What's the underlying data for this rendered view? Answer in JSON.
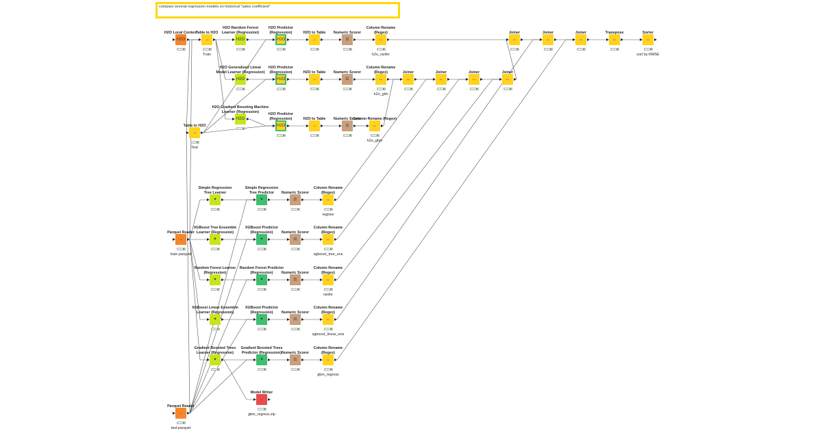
{
  "annotation": "compare several regression models on historical \"sales coefficient\"",
  "node_types": {
    "h2o_context": {
      "color": "#f7862b",
      "glyph": "H2O"
    },
    "h2o_convert": {
      "color": "#ffd21f",
      "glyph": "→"
    },
    "h2o_learner": {
      "color": "#c9e41b",
      "glyph": "H2O"
    },
    "h2o_predictor": {
      "color": "#ffd21f",
      "glyph": "H2O"
    },
    "scorer": {
      "color": "#c9a07d",
      "glyph": "⚖"
    },
    "manipulator": {
      "color": "#ffd21f",
      "glyph": "↔"
    },
    "learner": {
      "color": "#c9e41b",
      "glyph": "✦"
    },
    "predictor": {
      "color": "#3fbf6f",
      "glyph": "✦"
    },
    "reader": {
      "color": "#f7862b",
      "glyph": "→"
    },
    "writer": {
      "color": "#e84c4c",
      "glyph": "←"
    }
  },
  "nodes": [
    {
      "id": "h2o-local-context",
      "type": "h2o_context",
      "title": [
        "H2O Local Context"
      ],
      "caption": ""
    },
    {
      "id": "table-to-h2o-train",
      "type": "h2o_convert",
      "title": [
        "Table to H2O"
      ],
      "caption": "Train"
    },
    {
      "id": "h2o-rf-learner",
      "type": "h2o_learner",
      "title": [
        "H2O Random Forest",
        "Learner (Regression)"
      ],
      "caption": ""
    },
    {
      "id": "h2o-predictor-1",
      "type": "h2o_predictor",
      "title": [
        "H2O Predictor",
        "(Regression)"
      ],
      "caption": ""
    },
    {
      "id": "h2o-to-table-1",
      "type": "h2o_convert",
      "title": [
        "H2O to Table"
      ],
      "caption": ""
    },
    {
      "id": "numeric-scorer-1",
      "type": "scorer",
      "title": [
        "Numeric Scorer"
      ],
      "caption": ""
    },
    {
      "id": "column-rename-1",
      "type": "manipulator",
      "title": [
        "Column Rename",
        "(Regex)"
      ],
      "caption": "h2o_ranfor"
    },
    {
      "id": "h2o-glm-learner",
      "type": "h2o_learner",
      "title": [
        "H2O Generalized Linear",
        "Model Learner (Regression)"
      ],
      "caption": ""
    },
    {
      "id": "h2o-predictor-2",
      "type": "h2o_predictor",
      "title": [
        "H2O Predictor",
        "(Regression)"
      ],
      "caption": ""
    },
    {
      "id": "h2o-to-table-2",
      "type": "h2o_convert",
      "title": [
        "H2O to Table"
      ],
      "caption": ""
    },
    {
      "id": "numeric-scorer-2",
      "type": "scorer",
      "title": [
        "Numeric Scorer"
      ],
      "caption": ""
    },
    {
      "id": "column-rename-2",
      "type": "manipulator",
      "title": [
        "Column Rename",
        "(Regex)"
      ],
      "caption": "h2o_glm"
    },
    {
      "id": "h2o-gbm-learner",
      "type": "h2o_learner",
      "title": [
        "H2O Gradient Boosting Machine",
        "Learner (Regression)"
      ],
      "caption": ""
    },
    {
      "id": "h2o-predictor-3",
      "type": "h2o_predictor",
      "title": [
        "H2O Predictor",
        "(Regression)"
      ],
      "caption": ""
    },
    {
      "id": "h2o-to-table-3",
      "type": "h2o_convert",
      "title": [
        "H2O to Table"
      ],
      "caption": ""
    },
    {
      "id": "numeric-scorer-3",
      "type": "scorer",
      "title": [
        "Numeric Scorer"
      ],
      "caption": ""
    },
    {
      "id": "column-rename-3",
      "type": "manipulator",
      "title": [
        "Column Rename (Regex)"
      ],
      "caption": "h2o_gbm"
    },
    {
      "id": "table-to-h2o-test",
      "type": "h2o_convert",
      "title": [
        "Table to H2O"
      ],
      "caption": "Test"
    },
    {
      "id": "joiner-1",
      "type": "manipulator",
      "title": [
        "Joiner"
      ],
      "caption": ""
    },
    {
      "id": "joiner-2",
      "type": "manipulator",
      "title": [
        "Joiner"
      ],
      "caption": ""
    },
    {
      "id": "joiner-3",
      "type": "manipulator",
      "title": [
        "Joiner"
      ],
      "caption": ""
    },
    {
      "id": "joiner-4",
      "type": "manipulator",
      "title": [
        "Joiner"
      ],
      "caption": ""
    },
    {
      "id": "joiner-5",
      "type": "manipulator",
      "title": [
        "Joiner"
      ],
      "caption": ""
    },
    {
      "id": "joiner-6",
      "type": "manipulator",
      "title": [
        "Joiner"
      ],
      "caption": ""
    },
    {
      "id": "joiner-7",
      "type": "manipulator",
      "title": [
        "Joiner"
      ],
      "caption": ""
    },
    {
      "id": "transpose",
      "type": "manipulator",
      "title": [
        "Transpose"
      ],
      "caption": ""
    },
    {
      "id": "sorter",
      "type": "manipulator",
      "title": [
        "Sorter"
      ],
      "caption": "sort by RMSE"
    },
    {
      "id": "simple-rt-learner",
      "type": "learner",
      "title": [
        "Simple Regression",
        "Tree Learner"
      ],
      "caption": ""
    },
    {
      "id": "simple-rt-predictor",
      "type": "predictor",
      "title": [
        "Simple Regression",
        "Tree Predictor"
      ],
      "caption": ""
    },
    {
      "id": "numeric-scorer-4",
      "type": "scorer",
      "title": [
        "Numeric Scorer"
      ],
      "caption": ""
    },
    {
      "id": "column-rename-4",
      "type": "manipulator",
      "title": [
        "Column Rename",
        "(Regex)"
      ],
      "caption": "regtree"
    },
    {
      "id": "parquet-reader-train",
      "type": "reader",
      "title": [
        "Parquet Reader"
      ],
      "caption": "train.parquet"
    },
    {
      "id": "xgb-tree-learner",
      "type": "learner",
      "title": [
        "XGBoost Tree Ensemble",
        "Learner (Regression)"
      ],
      "caption": ""
    },
    {
      "id": "xgb-predictor-1",
      "type": "predictor",
      "title": [
        "XGBoost Predictor",
        "(Regression)"
      ],
      "caption": ""
    },
    {
      "id": "numeric-scorer-5",
      "type": "scorer",
      "title": [
        "Numeric Scorer"
      ],
      "caption": ""
    },
    {
      "id": "column-rename-5",
      "type": "manipulator",
      "title": [
        "Column Rename",
        "(Regex)"
      ],
      "caption": "xgboost_tree_ens"
    },
    {
      "id": "rf-learner",
      "type": "learner",
      "title": [
        "Random Forest Learner",
        "(Regression)"
      ],
      "caption": ""
    },
    {
      "id": "rf-predictor",
      "type": "predictor",
      "title": [
        "Random Forest Predictor",
        "(Regression)"
      ],
      "caption": ""
    },
    {
      "id": "numeric-scorer-6",
      "type": "scorer",
      "title": [
        "Numeric Scorer"
      ],
      "caption": ""
    },
    {
      "id": "column-rename-6",
      "type": "manipulator",
      "title": [
        "Column Rename",
        "(Regex)"
      ],
      "caption": "ranfor"
    },
    {
      "id": "xgb-linear-learner",
      "type": "learner",
      "title": [
        "XGBoost Linear Ensemble",
        "Learner (Regression)"
      ],
      "caption": ""
    },
    {
      "id": "xgb-predictor-2",
      "type": "predictor",
      "title": [
        "XGBoost Predictor",
        "(Regression)"
      ],
      "caption": ""
    },
    {
      "id": "numeric-scorer-7",
      "type": "scorer",
      "title": [
        "Numeric Scorer"
      ],
      "caption": ""
    },
    {
      "id": "column-rename-7",
      "type": "manipulator",
      "title": [
        "Column Rename",
        "(Regex)"
      ],
      "caption": "xgboost_linear_ens"
    },
    {
      "id": "gbt-learner",
      "type": "learner",
      "title": [
        "Gradient Boosted Trees",
        "Learner (Regression)"
      ],
      "caption": ""
    },
    {
      "id": "gbt-predictor",
      "type": "predictor",
      "title": [
        "Gradient Boosted Trees",
        "Predictor (Regression)"
      ],
      "caption": ""
    },
    {
      "id": "numeric-scorer-8",
      "type": "scorer",
      "title": [
        "Numeric Scorer"
      ],
      "caption": ""
    },
    {
      "id": "column-rename-8",
      "type": "manipulator",
      "title": [
        "Column Rename",
        "(Regex)"
      ],
      "caption": "gbm_regress"
    },
    {
      "id": "model-writer",
      "type": "writer",
      "title": [
        "Model Writer"
      ],
      "caption": "gbm_regress.zip"
    },
    {
      "id": "parquet-reader-test",
      "type": "reader",
      "title": [
        "Parquet Reader"
      ],
      "caption": "test.parquet"
    }
  ],
  "edges": [
    [
      "h2o-local-context",
      "table-to-h2o-train"
    ],
    [
      "h2o-local-context",
      "table-to-h2o-test"
    ],
    [
      "parquet-reader-train",
      "table-to-h2o-train"
    ],
    [
      "parquet-reader-test",
      "table-to-h2o-test"
    ],
    [
      "table-to-h2o-train",
      "h2o-rf-learner"
    ],
    [
      "table-to-h2o-train",
      "h2o-glm-learner"
    ],
    [
      "table-to-h2o-train",
      "h2o-gbm-learner"
    ],
    [
      "h2o-rf-learner",
      "h2o-predictor-1"
    ],
    [
      "table-to-h2o-test",
      "h2o-predictor-1"
    ],
    [
      "h2o-glm-learner",
      "h2o-predictor-2"
    ],
    [
      "table-to-h2o-test",
      "h2o-predictor-2"
    ],
    [
      "h2o-gbm-learner",
      "h2o-predictor-3"
    ],
    [
      "table-to-h2o-test",
      "h2o-predictor-3"
    ],
    [
      "h2o-predictor-1",
      "h2o-to-table-1"
    ],
    [
      "h2o-to-table-1",
      "numeric-scorer-1"
    ],
    [
      "numeric-scorer-1",
      "column-rename-1"
    ],
    [
      "h2o-predictor-2",
      "h2o-to-table-2"
    ],
    [
      "h2o-to-table-2",
      "numeric-scorer-2"
    ],
    [
      "numeric-scorer-2",
      "column-rename-2"
    ],
    [
      "h2o-predictor-3",
      "h2o-to-table-3"
    ],
    [
      "h2o-to-table-3",
      "numeric-scorer-3"
    ],
    [
      "numeric-scorer-3",
      "column-rename-3"
    ],
    [
      "column-rename-2",
      "joiner-1"
    ],
    [
      "column-rename-3",
      "joiner-1"
    ],
    [
      "joiner-1",
      "joiner-2"
    ],
    [
      "column-rename-4",
      "joiner-2"
    ],
    [
      "joiner-2",
      "joiner-3"
    ],
    [
      "column-rename-5",
      "joiner-3"
    ],
    [
      "joiner-3",
      "joiner-4"
    ],
    [
      "column-rename-6",
      "joiner-4"
    ],
    [
      "column-rename-1",
      "joiner-5"
    ],
    [
      "joiner-4",
      "joiner-5"
    ],
    [
      "joiner-5",
      "joiner-6"
    ],
    [
      "column-rename-7",
      "joiner-6"
    ],
    [
      "joiner-6",
      "joiner-7"
    ],
    [
      "column-rename-8",
      "joiner-7"
    ],
    [
      "joiner-7",
      "transpose"
    ],
    [
      "transpose",
      "sorter"
    ],
    [
      "parquet-reader-train",
      "simple-rt-learner"
    ],
    [
      "parquet-reader-train",
      "xgb-tree-learner"
    ],
    [
      "parquet-reader-train",
      "rf-learner"
    ],
    [
      "parquet-reader-train",
      "xgb-linear-learner"
    ],
    [
      "parquet-reader-train",
      "gbt-learner"
    ],
    [
      "simple-rt-learner",
      "simple-rt-predictor"
    ],
    [
      "parquet-reader-test",
      "simple-rt-predictor"
    ],
    [
      "xgb-tree-learner",
      "xgb-predictor-1"
    ],
    [
      "parquet-reader-test",
      "xgb-predictor-1"
    ],
    [
      "rf-learner",
      "rf-predictor"
    ],
    [
      "parquet-reader-test",
      "rf-predictor"
    ],
    [
      "xgb-linear-learner",
      "xgb-predictor-2"
    ],
    [
      "parquet-reader-test",
      "xgb-predictor-2"
    ],
    [
      "gbt-learner",
      "gbt-predictor"
    ],
    [
      "parquet-reader-test",
      "gbt-predictor"
    ],
    [
      "gbt-learner",
      "model-writer"
    ],
    [
      "simple-rt-predictor",
      "numeric-scorer-4"
    ],
    [
      "numeric-scorer-4",
      "column-rename-4"
    ],
    [
      "xgb-predictor-1",
      "numeric-scorer-5"
    ],
    [
      "numeric-scorer-5",
      "column-rename-5"
    ],
    [
      "rf-predictor",
      "numeric-scorer-6"
    ],
    [
      "numeric-scorer-6",
      "column-rename-6"
    ],
    [
      "xgb-predictor-2",
      "numeric-scorer-7"
    ],
    [
      "numeric-scorer-7",
      "column-rename-7"
    ],
    [
      "gbt-predictor",
      "numeric-scorer-8"
    ],
    [
      "numeric-scorer-8",
      "column-rename-8"
    ]
  ]
}
